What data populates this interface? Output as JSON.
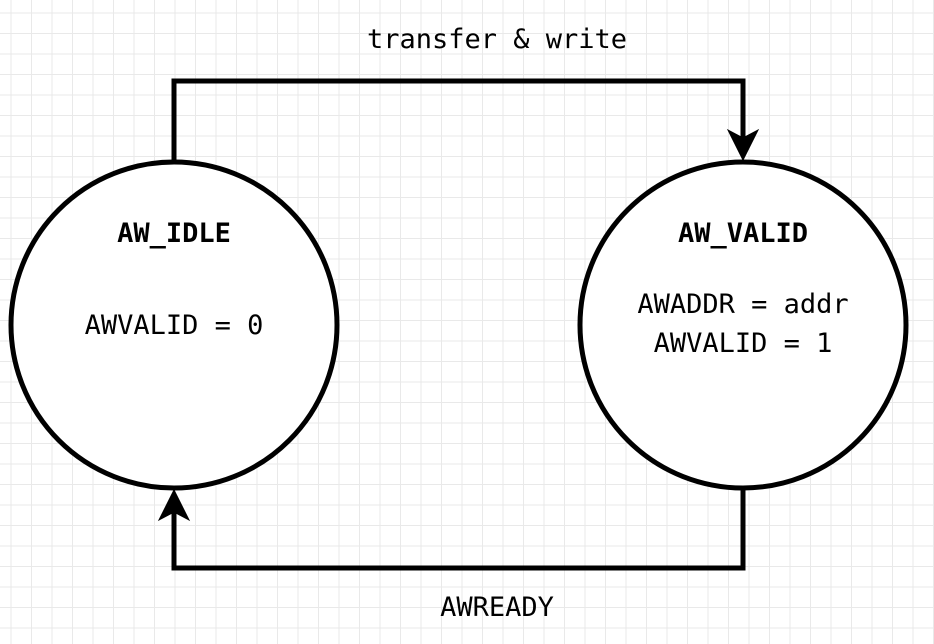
{
  "diagram": {
    "type": "state-machine",
    "states": [
      {
        "id": "aw_idle",
        "title": "AW_IDLE",
        "lines": [
          "AWVALID = 0"
        ]
      },
      {
        "id": "aw_valid",
        "title": "AW_VALID",
        "lines": [
          "AWADDR = addr",
          "AWVALID = 1"
        ]
      }
    ],
    "transitions": [
      {
        "from": "aw_idle",
        "to": "aw_valid",
        "label": "transfer & write"
      },
      {
        "from": "aw_valid",
        "to": "aw_idle",
        "label": "AWREADY"
      }
    ],
    "colors": {
      "stroke": "#000000",
      "fill": "#ffffff"
    }
  }
}
